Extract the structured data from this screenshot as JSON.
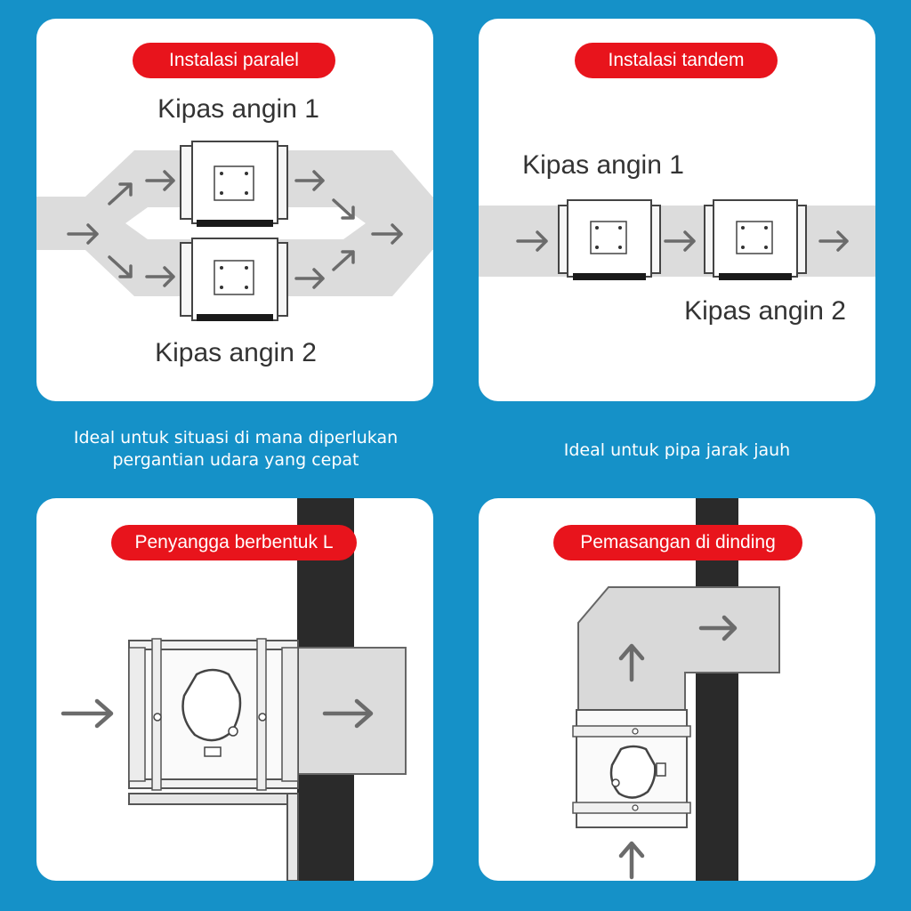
{
  "panels": {
    "parallel": {
      "badge": "Instalasi paralel",
      "fan1_label": "Kipas angin 1",
      "fan2_label": "Kipas angin 2",
      "caption_line1": "Ideal untuk situasi di mana diperlukan",
      "caption_line2": "pergantian udara yang cepat"
    },
    "tandem": {
      "badge": "Instalasi tandem",
      "fan1_label": "Kipas angin 1",
      "fan2_label": "Kipas angin 2",
      "caption": "Ideal untuk pipa jarak jauh"
    },
    "l_bracket": {
      "badge": "Penyangga berbentuk L"
    },
    "wall_mount": {
      "badge": "Pemasangan di dinding"
    }
  },
  "colors": {
    "background": "#1591c8",
    "badge": "#e8141c",
    "panel": "#ffffff",
    "duct": "#dcdcdc",
    "pipe": "#2a2a2a"
  },
  "icons": [
    "right-arrow-icon",
    "up-arrow-icon",
    "fan-unit-icon"
  ]
}
